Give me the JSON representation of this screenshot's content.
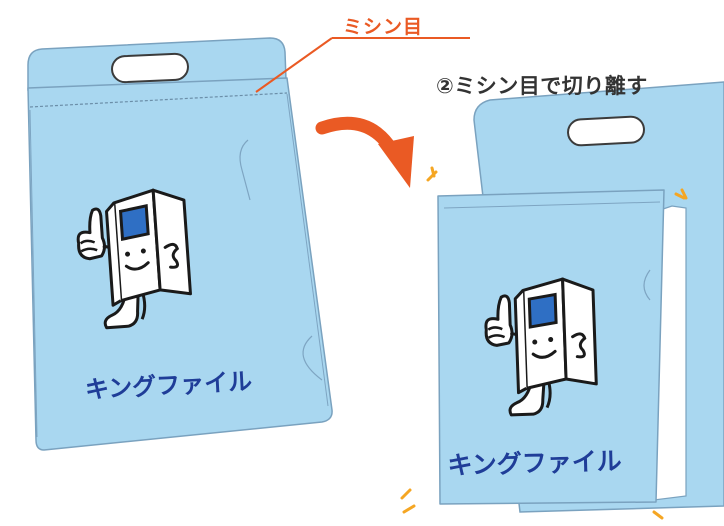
{
  "labels": {
    "perforation": "ミシン目",
    "step": "②ミシン目で切り離す"
  },
  "folder": {
    "brand": "キングファイル"
  },
  "colors": {
    "folder_fill": "#a9d7f0",
    "folder_edge": "#7aa2bf",
    "accent": "#ea5a24",
    "brand_text": "#1f3d98",
    "spark": "#f5a623"
  }
}
